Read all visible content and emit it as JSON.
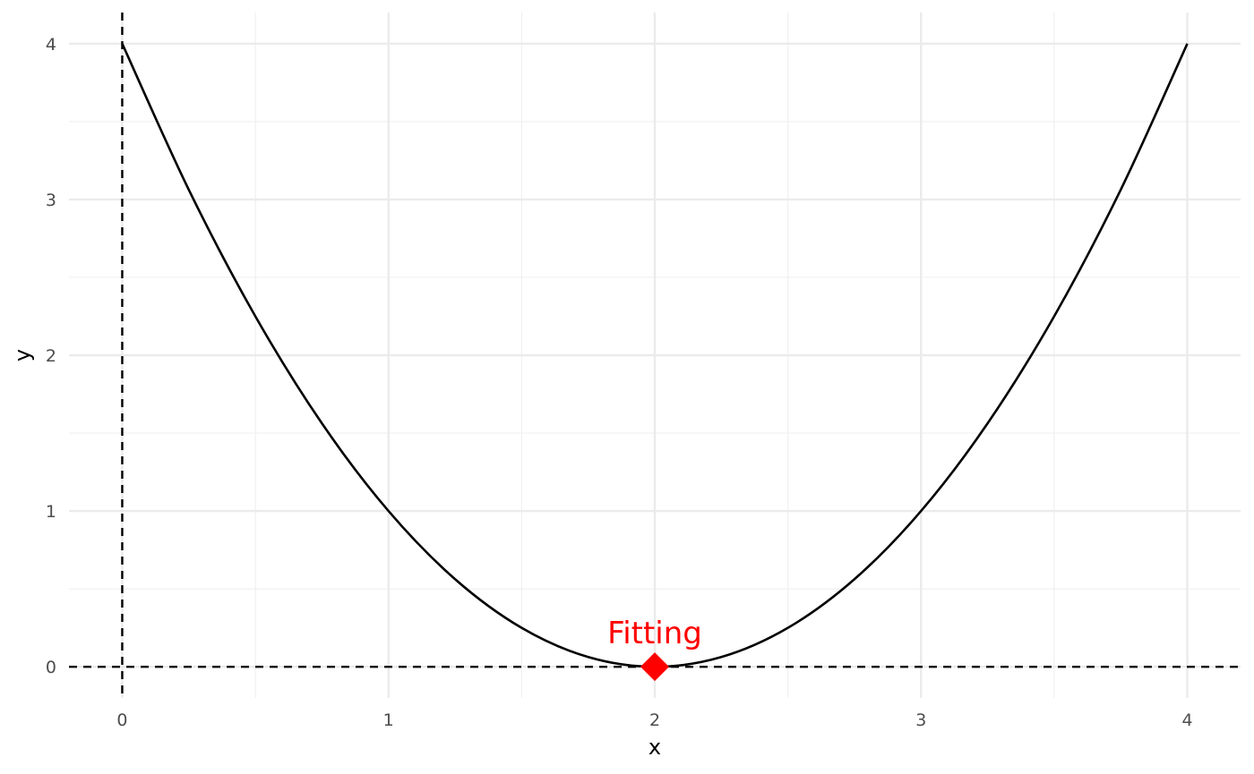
{
  "chart_data": {
    "type": "line",
    "xlabel": "x",
    "ylabel": "y",
    "xlim": [
      -0.2,
      4.2
    ],
    "ylim": [
      -0.2,
      4.2
    ],
    "x_ticks": [
      0,
      1,
      2,
      3,
      4
    ],
    "y_ticks": [
      0,
      1,
      2,
      3,
      4
    ],
    "x_tick_labels": [
      "0",
      "1",
      "2",
      "3",
      "4"
    ],
    "y_tick_labels": [
      "0",
      "1",
      "2",
      "3",
      "4"
    ],
    "grid": true,
    "series": [
      {
        "color": "#000000",
        "x": [
          0,
          0.25,
          0.5,
          0.75,
          1,
          1.25,
          1.5,
          1.75,
          2,
          2.25,
          2.5,
          2.75,
          3,
          3.25,
          3.5,
          3.75,
          4
        ],
        "y": [
          4,
          3.0625,
          2.25,
          1.5625,
          1,
          0.5625,
          0.25,
          0.0625,
          0,
          0.0625,
          0.25,
          0.5625,
          1,
          1.5625,
          2.25,
          3.0625,
          4
        ]
      }
    ],
    "reference_lines": {
      "vertical_x": 0,
      "horizontal_y": 0,
      "style": "dashed",
      "color": "#000000"
    },
    "highlight_point": {
      "x": 2,
      "y": 0,
      "marker": "diamond",
      "color": "#ff0000",
      "label": "Fitting"
    }
  }
}
